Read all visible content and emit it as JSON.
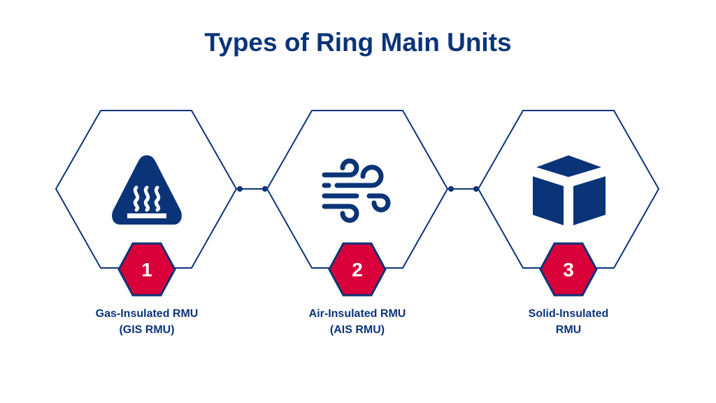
{
  "title": "Types of Ring Main Units",
  "colors": {
    "navy": "#0b3478",
    "red": "#d9003a"
  },
  "items": [
    {
      "number": "1",
      "icon": "hot-surface-warning-icon",
      "label_line1": "Gas-Insulated RMU",
      "label_line2": "(GIS RMU)"
    },
    {
      "number": "2",
      "icon": "wind-icon",
      "label_line1": "Air-Insulated RMU",
      "label_line2": "(AIS RMU)"
    },
    {
      "number": "3",
      "icon": "cube-icon",
      "label_line1": "Solid-Insulated",
      "label_line2": "RMU"
    }
  ]
}
